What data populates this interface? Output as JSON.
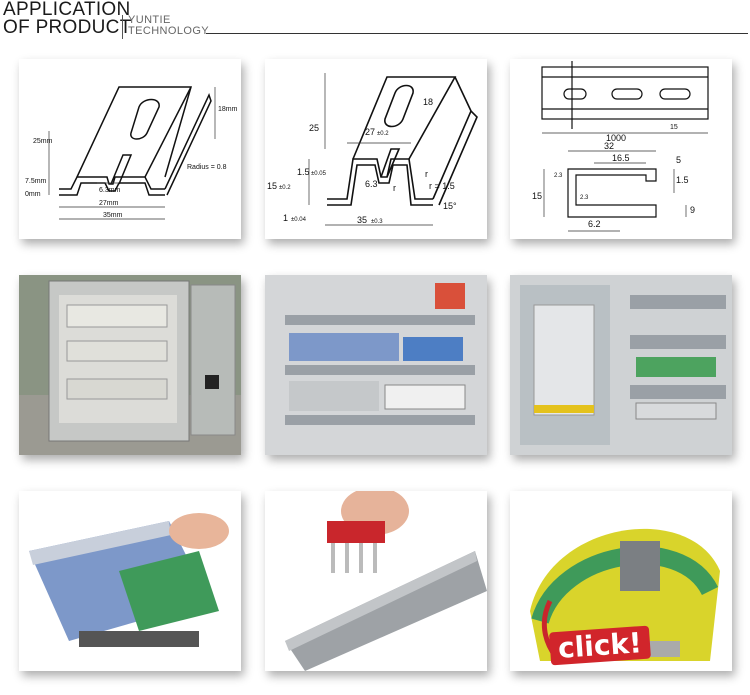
{
  "header": {
    "title_line1": "APPLICATION",
    "title_line2": "OF PRODUCT",
    "brand_line1": "YUNTIE",
    "brand_line2": "TECHNOLOGY"
  },
  "drawing1": {
    "dim_25": "25mm",
    "dim_18": "18mm",
    "dim_7_5": "7.5mm",
    "dim_0": "0mm",
    "dim_6_3": "6.3mm",
    "dim_27": "27mm",
    "dim_35": "35mm",
    "radius": "Radius = 0.8"
  },
  "drawing2": {
    "dim_25": "25",
    "dim_18": "18",
    "dim_27": "27",
    "tol_27": "±0.2",
    "dim_1_5": "1.5",
    "tol_1_5": "±0.05",
    "dim_15": "15",
    "tol_15": "±0.2",
    "dim_6_3": "6.3",
    "dim_r1": "r",
    "dim_r2": "r",
    "r_eq": "r = 1.5",
    "dim_1": "1",
    "tol_1": "±0.04",
    "dim_35": "35",
    "tol_35": "±0.3",
    "angle": "15°"
  },
  "drawing3": {
    "dim_1000": "1000",
    "dim_15a": "15",
    "dim_32": "32",
    "dim_16_5": "16.5",
    "dim_5": "5",
    "dim_1_5": "1.5",
    "dim_15b": "15",
    "dim_9": "9",
    "dim_6_2": "6.2",
    "dim_23a": "2.3",
    "dim_23b": "2.3"
  },
  "click_badge": "click!",
  "colors": {
    "rail_gray": "#c9ccd0",
    "cabinet_gray": "#b8bcc0",
    "terminal_blue": "#6f8fc4",
    "terminal_green": "#3f9a5a",
    "terminal_yellow": "#d9d42b",
    "bridge_red": "#c9262c",
    "click_red": "#d1252b"
  }
}
